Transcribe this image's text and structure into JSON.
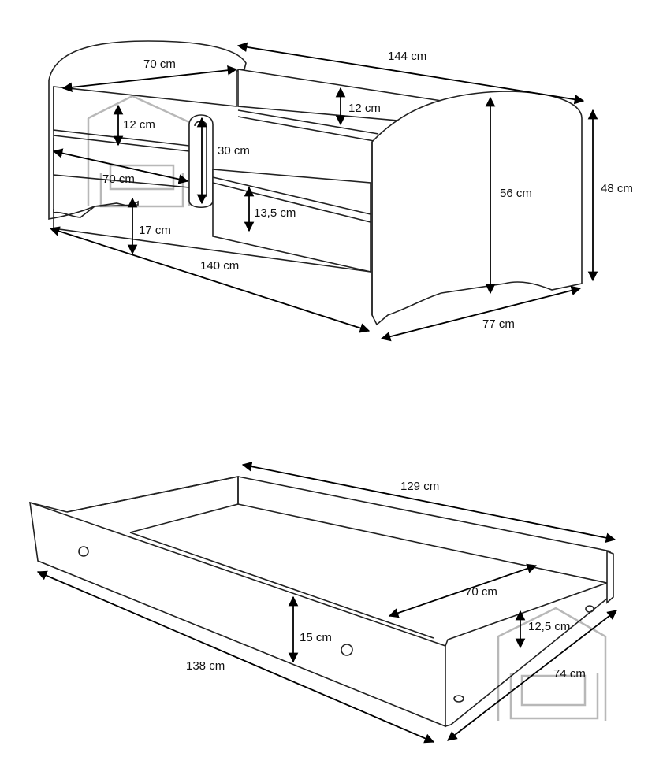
{
  "colors": {
    "line": "#222222",
    "watermark": "#b8b8b8",
    "background": "#ffffff"
  },
  "bed": {
    "dim_headboard_width": "70 cm",
    "dim_total_length": "144 cm",
    "dim_rail_height": "12 cm",
    "dim_inner_board": "12 cm",
    "dim_guard_height": "30 cm",
    "dim_guard_width": "70 cm",
    "dim_side_height": "13,5 cm",
    "dim_clearance": "17 cm",
    "dim_inner_length": "140 cm",
    "dim_inner_height": "56 cm",
    "dim_total_height": "48 cm",
    "dim_depth": "77 cm"
  },
  "drawer": {
    "dim_length": "129 cm",
    "dim_width": "70 cm",
    "dim_height": "15 cm",
    "dim_inner_height": "12,5 cm",
    "dim_front_length": "138 cm",
    "dim_depth": "74 cm"
  },
  "watermark_icon": "house-sofa-logo"
}
